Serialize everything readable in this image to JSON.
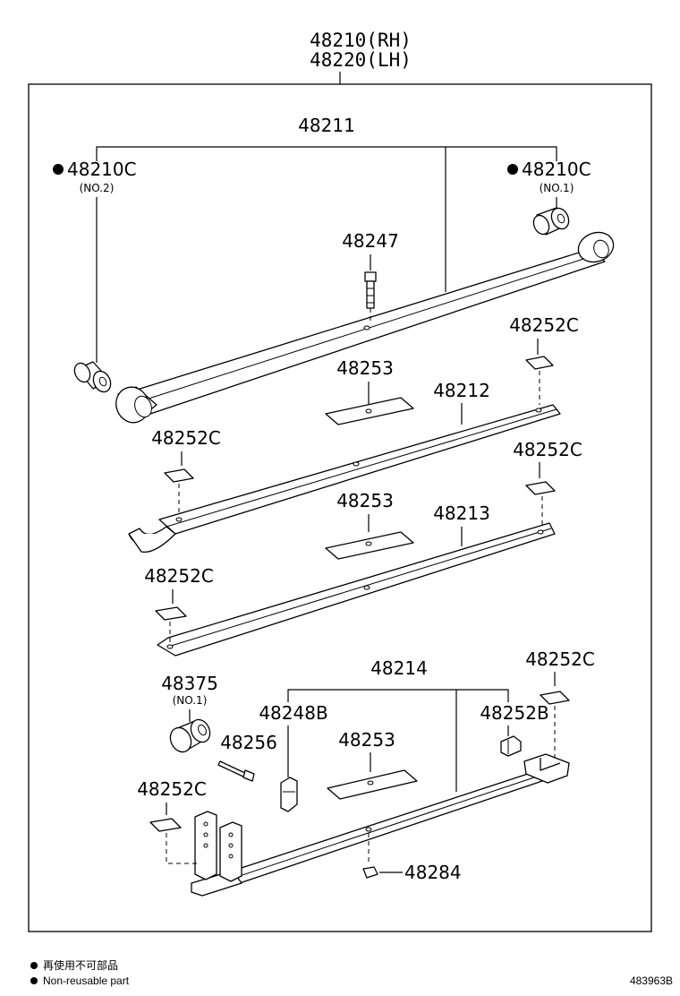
{
  "header": {
    "assembly_rh": "48210(RH)",
    "assembly_lh": "48220(LH)"
  },
  "labels": {
    "p48211": "48211",
    "p48210c_no2": "48210C",
    "p48210c_no2_note": "(NO.2)",
    "p48210c_no1": "48210C",
    "p48210c_no1_note": "(NO.1)",
    "p48247": "48247",
    "p48252c_a": "48252C",
    "p48253_a": "48253",
    "p48212": "48212",
    "p48252c_b": "48252C",
    "p48252c_c": "48252C",
    "p48253_b": "48253",
    "p48213": "48213",
    "p48252c_d": "48252C",
    "p48375": "48375",
    "p48375_note": "(NO.1)",
    "p48214": "48214",
    "p48252c_e": "48252C",
    "p48248b": "48248B",
    "p48252b": "48252B",
    "p48256": "48256",
    "p48253_c": "48253",
    "p48252c_f": "48252C",
    "p48284": "48284"
  },
  "legend": {
    "line_jp": "再使用不可部品",
    "line_en": "Non-reusable part"
  },
  "figure_id": "483963B",
  "colors": {
    "ink": "#000000",
    "paper": "#ffffff"
  }
}
